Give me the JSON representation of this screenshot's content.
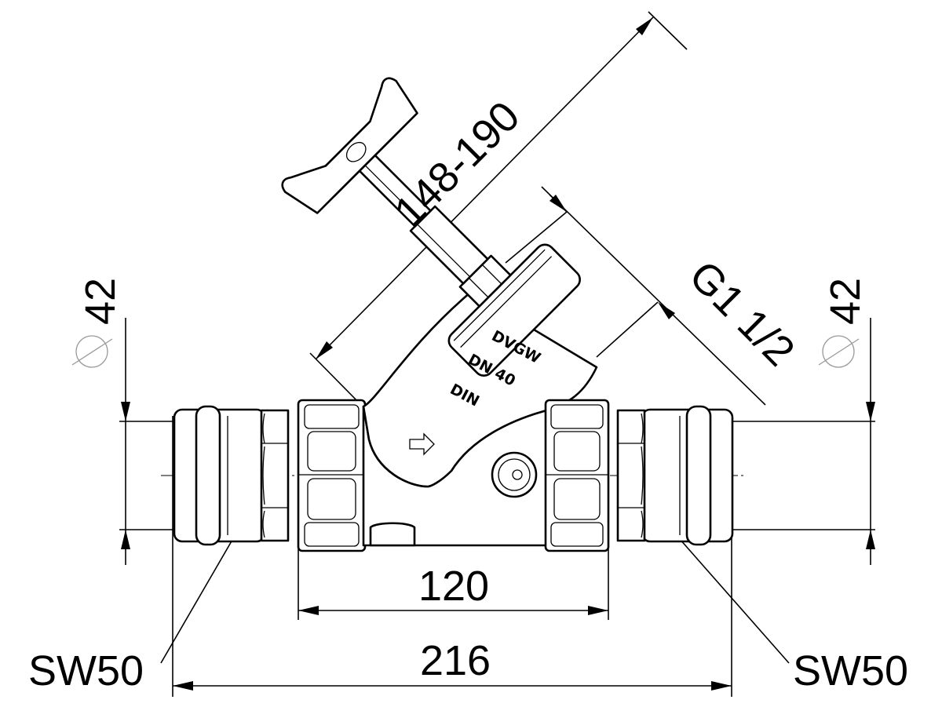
{
  "dimensions": {
    "overall_length": "216",
    "body_length": "120",
    "left_pipe_diameter": "42",
    "right_pipe_diameter": "42",
    "handle_height": "148-190",
    "thread": "G1 1/2",
    "left_wrench_size": "SW50",
    "right_wrench_size": "SW50"
  },
  "markings": {
    "brand": "DVGW",
    "nominal_size": "DN 40",
    "standard": "DIN"
  },
  "symbols": {
    "diameter": "diameter-symbol",
    "flow_direction": "flow-arrow-icon"
  },
  "colors": {
    "line": "#000000",
    "background": "#ffffff",
    "symbol_grey": "#999999"
  }
}
